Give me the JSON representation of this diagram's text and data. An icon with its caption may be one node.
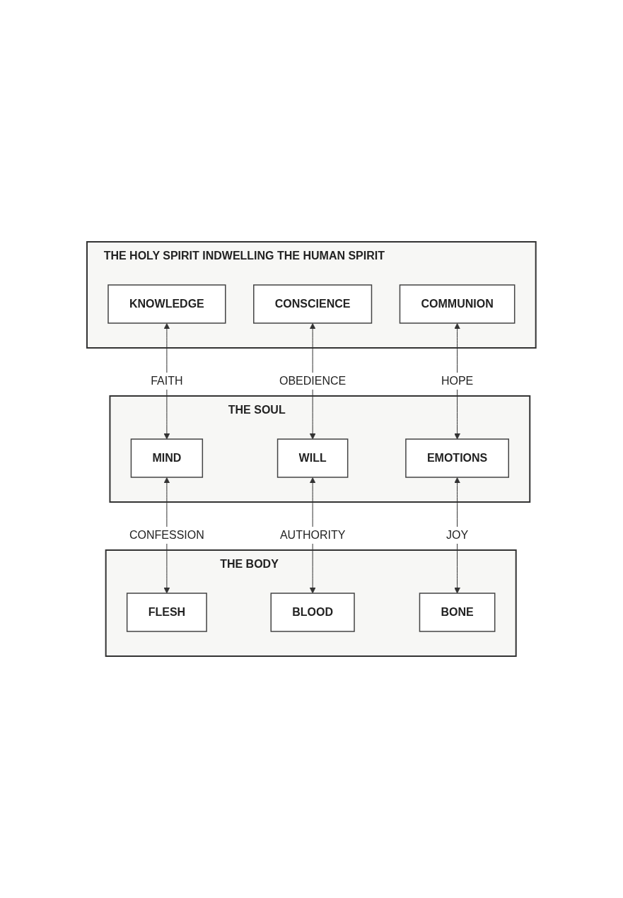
{
  "diagram": {
    "nodes": [
      {
        "text": [
          "THE HOLY SPIRIT INDWELLING THE HUMAN SPIRIT"
        ]
      },
      {
        "text": [
          "KNOWLEDGE"
        ],
        "in": 0
      },
      {
        "text": [
          "CONSCIENCE"
        ],
        "in": 0
      },
      {
        "text": [
          "COMMUNION"
        ],
        "in": 0
      },
      {
        "text": [
          "THE SOUL"
        ]
      },
      {
        "text": [
          "MIND"
        ],
        "in": 4
      },
      {
        "text": [
          "WILL"
        ],
        "in": 4
      },
      {
        "text": [
          "EMOTIONS"
        ],
        "in": 4
      },
      {
        "text": [
          "THE BODY"
        ]
      },
      {
        "text": [
          "FLESH"
        ],
        "in": 8
      },
      {
        "text": [
          "BLOOD"
        ],
        "in": 8
      },
      {
        "text": [
          "BONE"
        ],
        "in": 8
      }
    ],
    "edges": [
      {
        "from": 1,
        "to": 5,
        "arrow": "both",
        "label": "FAITH"
      },
      {
        "from": 2,
        "to": 6,
        "arrow": "both",
        "label": "OBEDIENCE"
      },
      {
        "from": 3,
        "to": 7,
        "arrow": "both",
        "label": "HOPE"
      },
      {
        "from": 5,
        "to": 9,
        "arrow": "both",
        "label": "CONFESSION"
      },
      {
        "from": 6,
        "to": 10,
        "arrow": "both",
        "label": "AUTHORITY"
      },
      {
        "from": 7,
        "to": 11,
        "arrow": "both",
        "label": "JOY"
      }
    ]
  }
}
